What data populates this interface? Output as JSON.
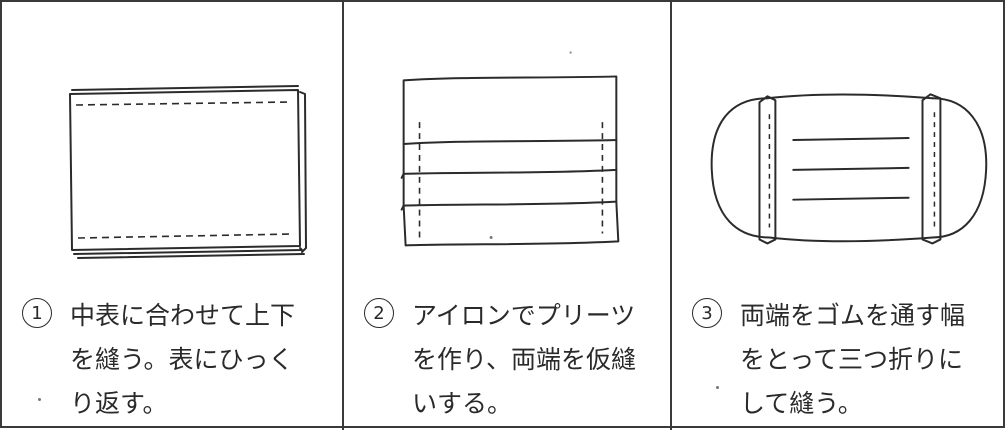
{
  "steps": [
    {
      "number": "1",
      "lines": [
        "中表に合わせて上下",
        "を縫う。表にひっく",
        "り返す。"
      ]
    },
    {
      "number": "2",
      "lines": [
        "アイロンでプリーツ",
        "を作り、両端を仮縫",
        "いする。"
      ]
    },
    {
      "number": "3",
      "lines": [
        "両端をゴムを通す幅",
        "をとって三つ折りに",
        "して縫う。"
      ]
    }
  ]
}
